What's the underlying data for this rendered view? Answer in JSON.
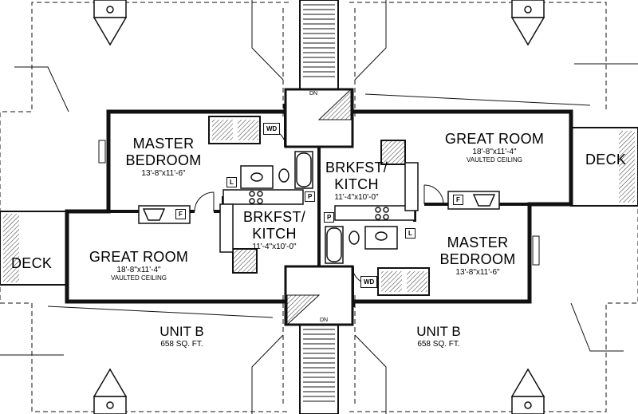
{
  "units": [
    {
      "unit_label": "UNIT B",
      "area": "658 SQ. FT.",
      "rooms": {
        "master_bedroom": {
          "line1": "MASTER",
          "line2": "BEDROOM",
          "dims": "13'-8\"x11'-6\""
        },
        "great_room": {
          "line1": "GREAT ROOM",
          "dims": "18'-8\"x11'-4\"",
          "note": "VAULTED CEILING"
        },
        "kitchen": {
          "line1": "BRKFST/",
          "line2": "KITCH",
          "dims": "11'-4\"x10'-0\""
        },
        "deck": "DECK"
      }
    },
    {
      "unit_label": "UNIT B",
      "area": "658 SQ. FT.",
      "rooms": {
        "master_bedroom": {
          "line1": "MASTER",
          "line2": "BEDROOM",
          "dims": "13'-8\"x11'-6\""
        },
        "great_room": {
          "line1": "GREAT ROOM",
          "dims": "18'-8\"x11'-4\"",
          "note": "VAULTED CEILING"
        },
        "kitchen": {
          "line1": "BRKFST/",
          "line2": "KITCH",
          "dims": "11'-4\"x10'-0\""
        },
        "deck": "DECK"
      }
    }
  ],
  "stairs": {
    "top_label": "DN",
    "bottom_label": "DN"
  },
  "fixtures": {
    "washer_dryer": "WD",
    "fireplace": "F",
    "pantry": "P",
    "linen": "L"
  },
  "colors": {
    "line": "#111111",
    "paper": "#ffffff",
    "hatch": "#333333"
  }
}
